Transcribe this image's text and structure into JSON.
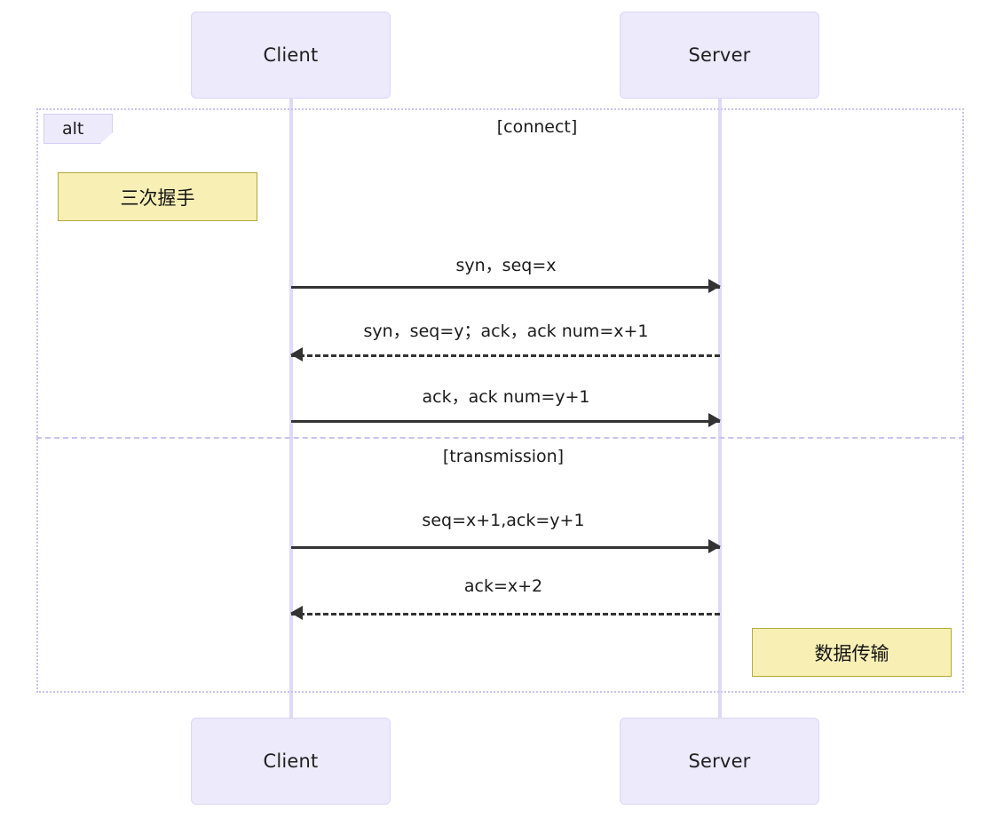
{
  "diagram": {
    "type": "sequence-diagram",
    "participants": [
      {
        "id": "client",
        "label": "Client"
      },
      {
        "id": "server",
        "label": "Server"
      }
    ],
    "fragment": {
      "operator": "alt",
      "conditions": [
        {
          "label": "[connect]"
        },
        {
          "label": "[transmission]"
        }
      ]
    },
    "messages": [
      {
        "id": "m1",
        "label": "syn，seq=x",
        "from": "client",
        "to": "server",
        "style": "solid"
      },
      {
        "id": "m2",
        "label": "syn，seq=y；ack，ack num=x+1",
        "from": "server",
        "to": "client",
        "style": "dashed"
      },
      {
        "id": "m3",
        "label": "ack，ack num=y+1",
        "from": "client",
        "to": "server",
        "style": "solid"
      },
      {
        "id": "m4",
        "label": "seq=x+1,ack=y+1",
        "from": "client",
        "to": "server",
        "style": "solid"
      },
      {
        "id": "m5",
        "label": "ack=x+2",
        "from": "server",
        "to": "client",
        "style": "dashed"
      }
    ],
    "notes": [
      {
        "id": "n1",
        "label": "三次握手"
      },
      {
        "id": "n2",
        "label": "数据传输"
      }
    ],
    "colors": {
      "actor_fill": "#ECEAFB",
      "actor_border": "#DCD6F7",
      "lifeline": "#DFD9F9",
      "frame_border": "#C9C2EE",
      "note_fill": "#F8EFB5",
      "note_border": "#B3A93B",
      "arrow": "#333333"
    }
  }
}
